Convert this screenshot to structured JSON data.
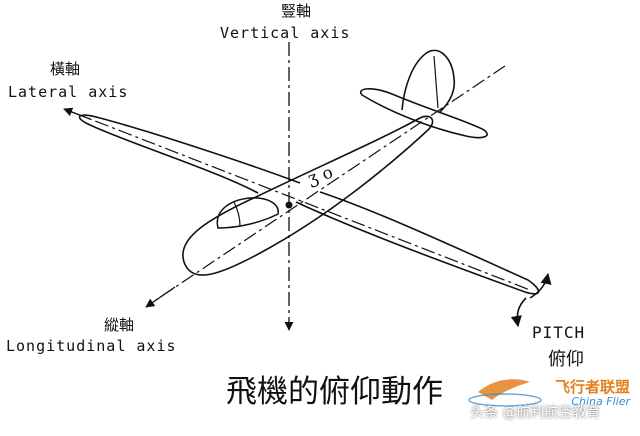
{
  "labels": {
    "vertical_axis_cjk": "豎軸",
    "vertical_axis": "Vertical axis",
    "lateral_axis_cjk": "橫軸",
    "lateral_axis": "Lateral axis",
    "longitudinal_axis_cjk": "縱軸",
    "longitudinal_axis": "Longitudinal axis",
    "cg_mark": "ʒ o",
    "pitch": "PITCH",
    "pitch_cjk": "俯仰"
  },
  "caption": "飛機的俯仰動作",
  "watermark": {
    "brand": "飞行者联盟",
    "sub": "China Flier",
    "attribution": "头条 @航利航空教育"
  }
}
